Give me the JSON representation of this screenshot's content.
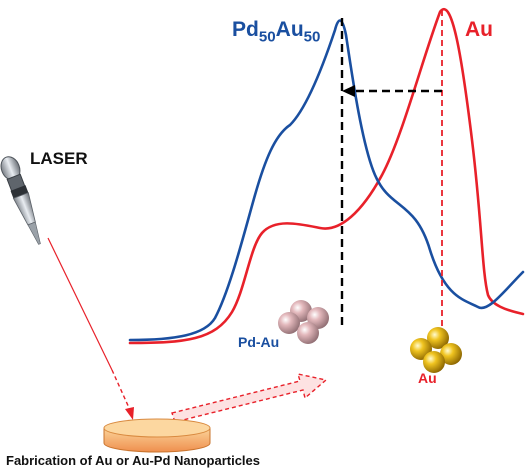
{
  "labels": {
    "pdau_curve": {
      "base": "Pd",
      "sub1": "50",
      "mid": "Au",
      "sub2": "50"
    },
    "au_curve": "Au",
    "laser": "LASER",
    "pdau_particles": "Pd-Au",
    "au_particles": "Au",
    "caption": "Fabrication of Au or Au-Pd Nanoparticles"
  },
  "colors": {
    "pdau_curve": "#1a4fa0",
    "au_curve": "#e8212a",
    "pdau_particle": "#e3b8bc",
    "au_particle": "#f0c420",
    "target_disk": "#f5a96a",
    "marker_line": "#000000"
  },
  "icons": [
    "laser-emitter-icon",
    "target-disk-icon",
    "pdau-nanoparticle-icon",
    "au-nanoparticle-icon"
  ]
}
